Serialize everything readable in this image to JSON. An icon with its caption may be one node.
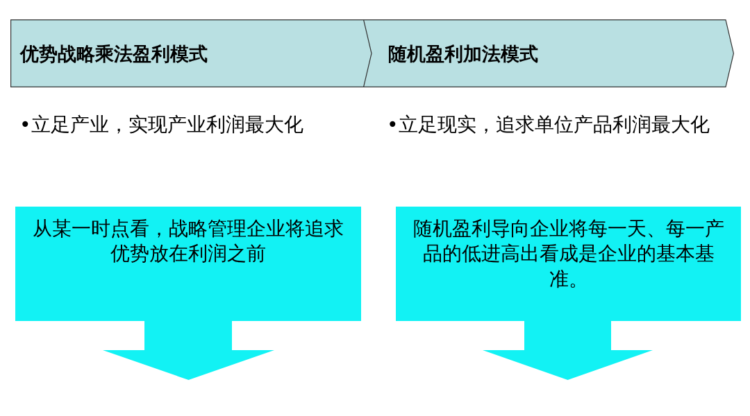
{
  "diagram": {
    "nodes": [
      {
        "text": [
          "优势战略乘法盈利模式"
        ]
      },
      {
        "text": [
          "随机盈利加法模式"
        ]
      },
      {
        "text": [
          "从某一时点看，战略管理企业将追求优势放在利润之前"
        ]
      },
      {
        "text": [
          "随机盈利导向企业将每一天、每一产品的低进高出看成是企业的基本基准。"
        ]
      }
    ],
    "labels": [
      "•立足产业，实现产业利润最大化",
      "•立足现实，追求单位产品利润最大化"
    ]
  }
}
